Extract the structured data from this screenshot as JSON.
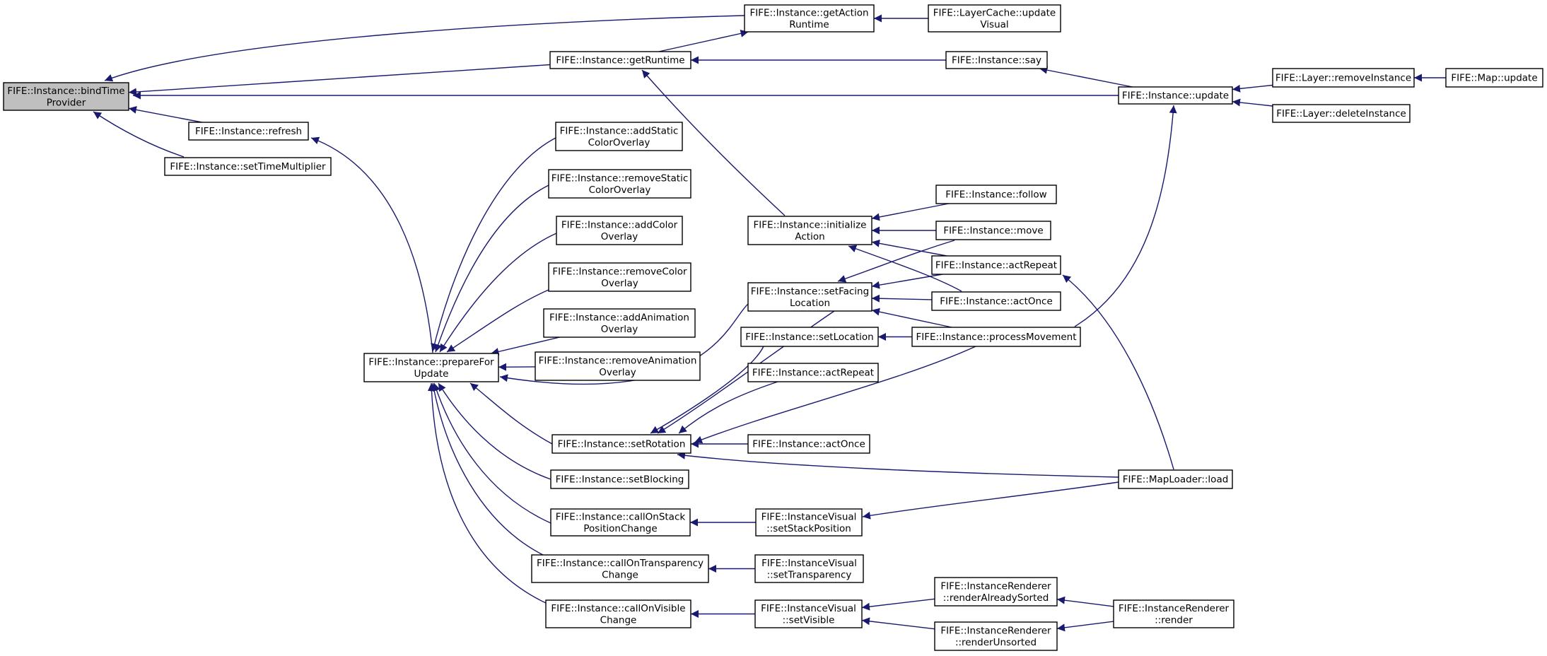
{
  "nodes": [
    {
      "id": "bindTimeProvider",
      "lines": [
        "FIFE::Instance::bindTime",
        "Provider"
      ],
      "root": true
    },
    {
      "id": "getActionRuntime",
      "lines": [
        "FIFE::Instance::getAction",
        "Runtime"
      ]
    },
    {
      "id": "layerCacheUpdateVisual",
      "lines": [
        "FIFE::LayerCache::update",
        "Visual"
      ]
    },
    {
      "id": "getRuntime",
      "lines": [
        "FIFE::Instance::getRuntime"
      ]
    },
    {
      "id": "say",
      "lines": [
        "FIFE::Instance::say"
      ]
    },
    {
      "id": "update",
      "lines": [
        "FIFE::Instance::update"
      ]
    },
    {
      "id": "layerRemoveInstance",
      "lines": [
        "FIFE::Layer::removeInstance"
      ]
    },
    {
      "id": "mapUpdate",
      "lines": [
        "FIFE::Map::update"
      ]
    },
    {
      "id": "layerDeleteInstance",
      "lines": [
        "FIFE::Layer::deleteInstance"
      ]
    },
    {
      "id": "refresh",
      "lines": [
        "FIFE::Instance::refresh"
      ]
    },
    {
      "id": "setTimeMultiplier",
      "lines": [
        "FIFE::Instance::setTimeMultiplier"
      ]
    },
    {
      "id": "addStaticColorOverlay",
      "lines": [
        "FIFE::Instance::addStatic",
        "ColorOverlay"
      ]
    },
    {
      "id": "removeStaticColorOverlay",
      "lines": [
        "FIFE::Instance::removeStatic",
        "ColorOverlay"
      ]
    },
    {
      "id": "addColorOverlay",
      "lines": [
        "FIFE::Instance::addColor",
        "Overlay"
      ]
    },
    {
      "id": "removeColorOverlay",
      "lines": [
        "FIFE::Instance::removeColor",
        "Overlay"
      ]
    },
    {
      "id": "addAnimationOverlay",
      "lines": [
        "FIFE::Instance::addAnimation",
        "Overlay"
      ]
    },
    {
      "id": "removeAnimationOverlay",
      "lines": [
        "FIFE::Instance::removeAnimation",
        "Overlay"
      ]
    },
    {
      "id": "prepareForUpdate",
      "lines": [
        "FIFE::Instance::prepareFor",
        "Update"
      ]
    },
    {
      "id": "initializeAction",
      "lines": [
        "FIFE::Instance::initialize",
        "Action"
      ]
    },
    {
      "id": "follow",
      "lines": [
        "FIFE::Instance::follow"
      ]
    },
    {
      "id": "move",
      "lines": [
        "FIFE::Instance::move"
      ]
    },
    {
      "id": "actRepeat1",
      "lines": [
        "FIFE::Instance::actRepeat"
      ]
    },
    {
      "id": "actOnce1",
      "lines": [
        "FIFE::Instance::actOnce"
      ]
    },
    {
      "id": "setFacingLocation",
      "lines": [
        "FIFE::Instance::setFacing",
        "Location"
      ]
    },
    {
      "id": "processMovement",
      "lines": [
        "FIFE::Instance::processMovement"
      ]
    },
    {
      "id": "setLocation",
      "lines": [
        "FIFE::Instance::setLocation"
      ]
    },
    {
      "id": "actRepeat2",
      "lines": [
        "FIFE::Instance::actRepeat"
      ]
    },
    {
      "id": "setRotation",
      "lines": [
        "FIFE::Instance::setRotation"
      ]
    },
    {
      "id": "actOnce2",
      "lines": [
        "FIFE::Instance::actOnce"
      ]
    },
    {
      "id": "setBlocking",
      "lines": [
        "FIFE::Instance::setBlocking"
      ]
    },
    {
      "id": "mapLoaderLoad",
      "lines": [
        "FIFE::MapLoader::load"
      ]
    },
    {
      "id": "callOnStackPositionChange",
      "lines": [
        "FIFE::Instance::callOnStack",
        "PositionChange"
      ]
    },
    {
      "id": "setStackPosition",
      "lines": [
        "FIFE::InstanceVisual",
        "::setStackPosition"
      ]
    },
    {
      "id": "callOnTransparencyChange",
      "lines": [
        "FIFE::Instance::callOnTransparency",
        "Change"
      ]
    },
    {
      "id": "setTransparency",
      "lines": [
        "FIFE::InstanceVisual",
        "::setTransparency"
      ]
    },
    {
      "id": "callOnVisibleChange",
      "lines": [
        "FIFE::Instance::callOnVisible",
        "Change"
      ]
    },
    {
      "id": "setVisible",
      "lines": [
        "FIFE::InstanceVisual",
        "::setVisible"
      ]
    },
    {
      "id": "renderAlreadySorted",
      "lines": [
        "FIFE::InstanceRenderer",
        "::renderAlreadySorted"
      ]
    },
    {
      "id": "renderUnsorted",
      "lines": [
        "FIFE::InstanceRenderer",
        "::renderUnsorted"
      ]
    },
    {
      "id": "render",
      "lines": [
        "FIFE::InstanceRenderer",
        "::render"
      ]
    }
  ],
  "edges": [
    {
      "from": "getActionRuntime",
      "to": "bindTimeProvider"
    },
    {
      "from": "getRuntime",
      "to": "bindTimeProvider"
    },
    {
      "from": "update",
      "to": "bindTimeProvider"
    },
    {
      "from": "refresh",
      "to": "bindTimeProvider"
    },
    {
      "from": "setTimeMultiplier",
      "to": "bindTimeProvider"
    },
    {
      "from": "getRuntime",
      "to": "getActionRuntime"
    },
    {
      "from": "layerCacheUpdateVisual",
      "to": "getActionRuntime"
    },
    {
      "from": "say",
      "to": "getRuntime"
    },
    {
      "from": "initializeAction",
      "to": "getRuntime"
    },
    {
      "from": "update",
      "to": "say"
    },
    {
      "from": "layerRemoveInstance",
      "to": "update"
    },
    {
      "from": "layerDeleteInstance",
      "to": "update"
    },
    {
      "from": "mapUpdate",
      "to": "layerRemoveInstance"
    },
    {
      "from": "prepareForUpdate",
      "to": "refresh"
    },
    {
      "from": "addStaticColorOverlay",
      "to": "prepareForUpdate"
    },
    {
      "from": "removeStaticColorOverlay",
      "to": "prepareForUpdate"
    },
    {
      "from": "addColorOverlay",
      "to": "prepareForUpdate"
    },
    {
      "from": "removeColorOverlay",
      "to": "prepareForUpdate"
    },
    {
      "from": "addAnimationOverlay",
      "to": "prepareForUpdate"
    },
    {
      "from": "removeAnimationOverlay",
      "to": "prepareForUpdate"
    },
    {
      "from": "setFacingLocation",
      "to": "prepareForUpdate"
    },
    {
      "from": "setRotation",
      "to": "prepareForUpdate"
    },
    {
      "from": "setBlocking",
      "to": "prepareForUpdate"
    },
    {
      "from": "callOnStackPositionChange",
      "to": "prepareForUpdate"
    },
    {
      "from": "callOnTransparencyChange",
      "to": "prepareForUpdate"
    },
    {
      "from": "callOnVisibleChange",
      "to": "prepareForUpdate"
    },
    {
      "from": "follow",
      "to": "initializeAction"
    },
    {
      "from": "move",
      "to": "initializeAction"
    },
    {
      "from": "actRepeat1",
      "to": "initializeAction"
    },
    {
      "from": "actOnce1",
      "to": "initializeAction"
    },
    {
      "from": "move",
      "to": "setFacingLocation"
    },
    {
      "from": "actRepeat1",
      "to": "setFacingLocation"
    },
    {
      "from": "actOnce1",
      "to": "setFacingLocation"
    },
    {
      "from": "processMovement",
      "to": "setFacingLocation"
    },
    {
      "from": "mapLoaderLoad",
      "to": "actRepeat1"
    },
    {
      "from": "processMovement",
      "to": "update"
    },
    {
      "from": "processMovement",
      "to": "setLocation"
    },
    {
      "from": "setLocation",
      "to": "setRotation"
    },
    {
      "from": "setFacingLocation",
      "to": "setRotation"
    },
    {
      "from": "actRepeat2",
      "to": "setRotation"
    },
    {
      "from": "actOnce2",
      "to": "setRotation"
    },
    {
      "from": "processMovement",
      "to": "setRotation"
    },
    {
      "from": "mapLoaderLoad",
      "to": "setRotation"
    },
    {
      "from": "setStackPosition",
      "to": "callOnStackPositionChange"
    },
    {
      "from": "mapLoaderLoad",
      "to": "setStackPosition"
    },
    {
      "from": "setTransparency",
      "to": "callOnTransparencyChange"
    },
    {
      "from": "setVisible",
      "to": "callOnVisibleChange"
    },
    {
      "from": "renderAlreadySorted",
      "to": "setVisible"
    },
    {
      "from": "renderUnsorted",
      "to": "setVisible"
    },
    {
      "from": "render",
      "to": "renderAlreadySorted"
    },
    {
      "from": "render",
      "to": "renderUnsorted"
    }
  ]
}
